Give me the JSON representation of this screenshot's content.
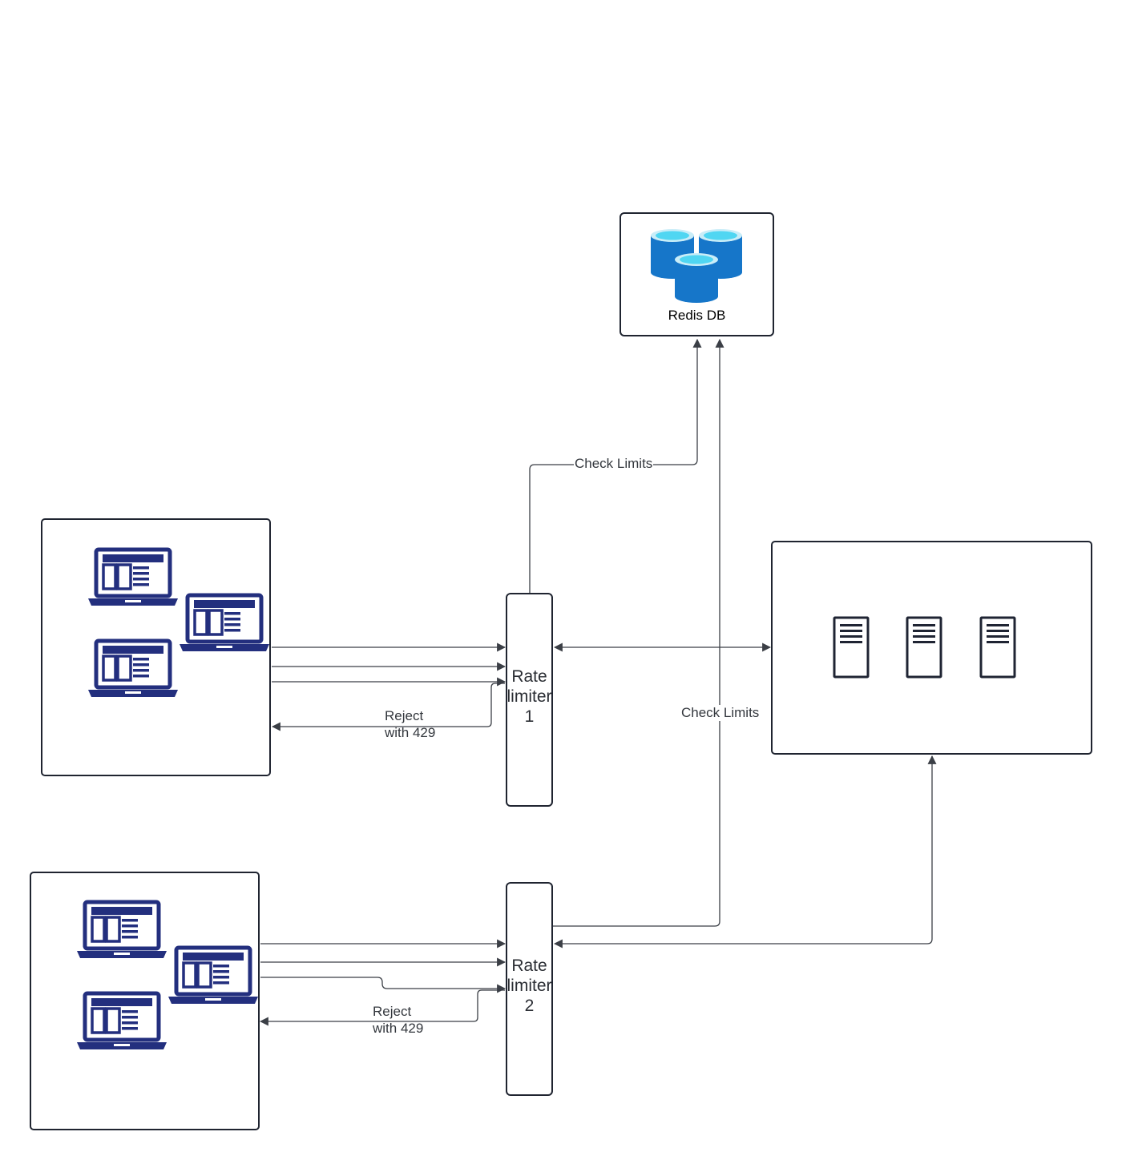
{
  "redis": {
    "label": "Redis DB",
    "icon": "redis-cluster-icon"
  },
  "rate_limiter_1": {
    "line1": "Rate",
    "line2": "limiter",
    "line3": "1"
  },
  "rate_limiter_2": {
    "line1": "Rate",
    "line2": "limiter",
    "line3": "2"
  },
  "edges": {
    "check_limits_1": "Check Limits",
    "check_limits_2": "Check Limits",
    "reject_1_line1": "Reject",
    "reject_1_line2": "with 429",
    "reject_2_line1": "Reject",
    "reject_2_line2": "with 429"
  },
  "client_groups": [
    {
      "name": "client-group-1",
      "icon": "laptop-icon",
      "count": 3
    },
    {
      "name": "client-group-2",
      "icon": "laptop-icon",
      "count": 3
    }
  ],
  "server_group": {
    "icon": "server-icon",
    "count": 3
  },
  "colors": {
    "laptop": "#232f7e",
    "redis_blue": "#1676c9",
    "redis_top": "#50d6f2",
    "line": "#3b3f46",
    "border": "#1f2430"
  }
}
